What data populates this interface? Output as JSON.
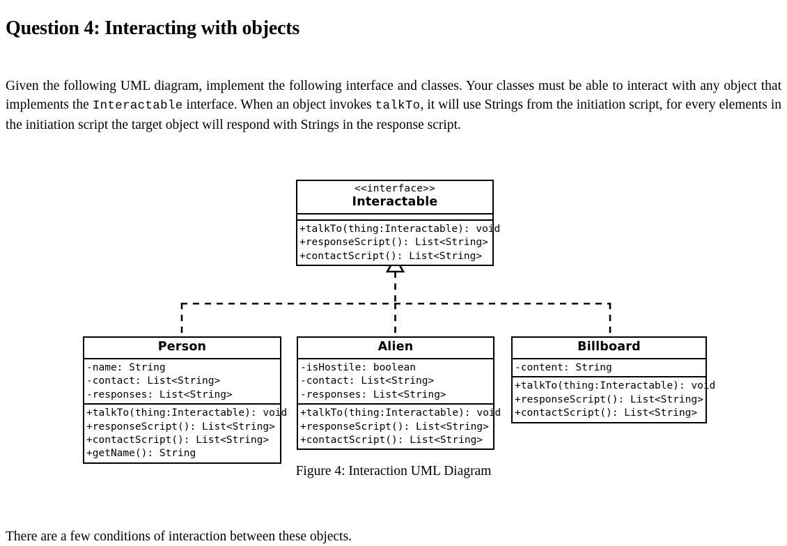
{
  "document": {
    "title": "Question 4: Interacting with objects",
    "intro_paragraph": {
      "segment_1": "Given the following UML diagram, implement the following interface and classes. Your classes must be able to interact with any object that implements the ",
      "code_1": "Interactable",
      "segment_2": " interface. When an object invokes ",
      "code_2": "talkTo",
      "segment_3": ", it will use Strings from the initiation script, for every elements in the initiation script the target object will respond with Strings in the response script."
    },
    "closing_paragraph": "There are a few conditions of interaction between these objects.",
    "figure_caption": "Figure 4: Interaction UML Diagram"
  },
  "uml": {
    "relationship": "realization",
    "arrowhead": "hollow-triangle",
    "line_style": "dashed",
    "interface": {
      "stereotype": "<<interface>>",
      "name": "Interactable",
      "attributes": [],
      "methods": [
        "+talkTo(thing:Interactable): void",
        "+responseScript(): List<String>",
        "+contactScript(): List<String>"
      ]
    },
    "classes": [
      {
        "name": "Person",
        "attributes": [
          "-name: String",
          "-contact: List<String>",
          "-responses: List<String>"
        ],
        "methods": [
          "+talkTo(thing:Interactable): void",
          "+responseScript(): List<String>",
          "+contactScript(): List<String>",
          "+getName(): String"
        ]
      },
      {
        "name": "Alien",
        "attributes": [
          "-isHostile: boolean",
          "-contact: List<String>",
          "-responses: List<String>"
        ],
        "methods": [
          "+talkTo(thing:Interactable): void",
          "+responseScript(): List<String>",
          "+contactScript(): List<String>"
        ]
      },
      {
        "name": "Billboard",
        "attributes": [
          "-content: String"
        ],
        "methods": [
          "+talkTo(thing:Interactable): void",
          "+responseScript(): List<String>",
          "+contactScript(): List<String>"
        ]
      }
    ]
  },
  "colors": {
    "ink": "#000000",
    "page": "#ffffff"
  }
}
